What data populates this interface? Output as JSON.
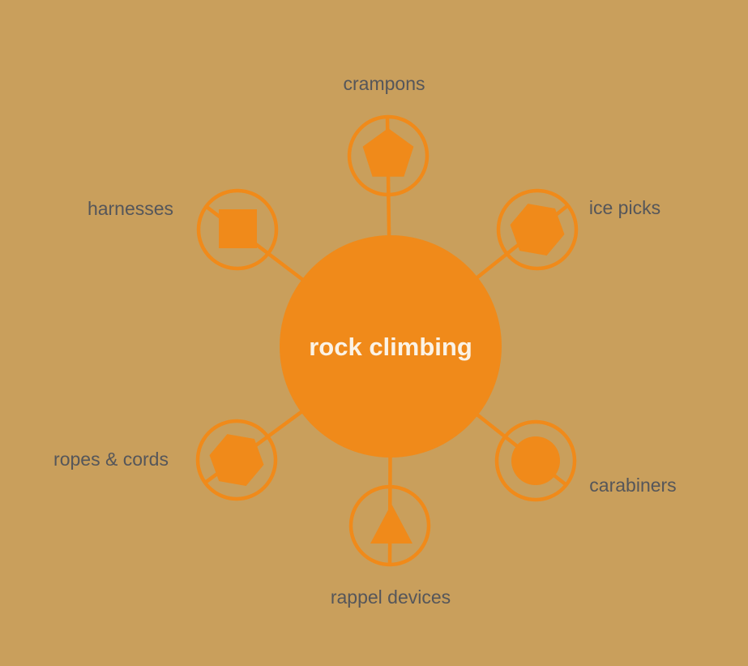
{
  "diagram": {
    "title": "rock climbing",
    "nodes": [
      {
        "label": "crampons",
        "icon": "pentagon-icon",
        "position": "top"
      },
      {
        "label": "ice picks",
        "icon": "hexagon-icon",
        "position": "top-right"
      },
      {
        "label": "harnesses",
        "icon": "square-icon",
        "position": "top-left"
      },
      {
        "label": "carabiners",
        "icon": "circle-icon",
        "position": "bottom-right"
      },
      {
        "label": "ropes & cords",
        "icon": "hexagon-icon",
        "position": "bottom-left"
      },
      {
        "label": "rappel devices",
        "icon": "triangle-icon",
        "position": "bottom"
      }
    ],
    "colors": {
      "background": "#C99F5C",
      "accent": "#F08A1A",
      "label_text": "#55565A",
      "hub_text": "#FBF3E6"
    }
  }
}
